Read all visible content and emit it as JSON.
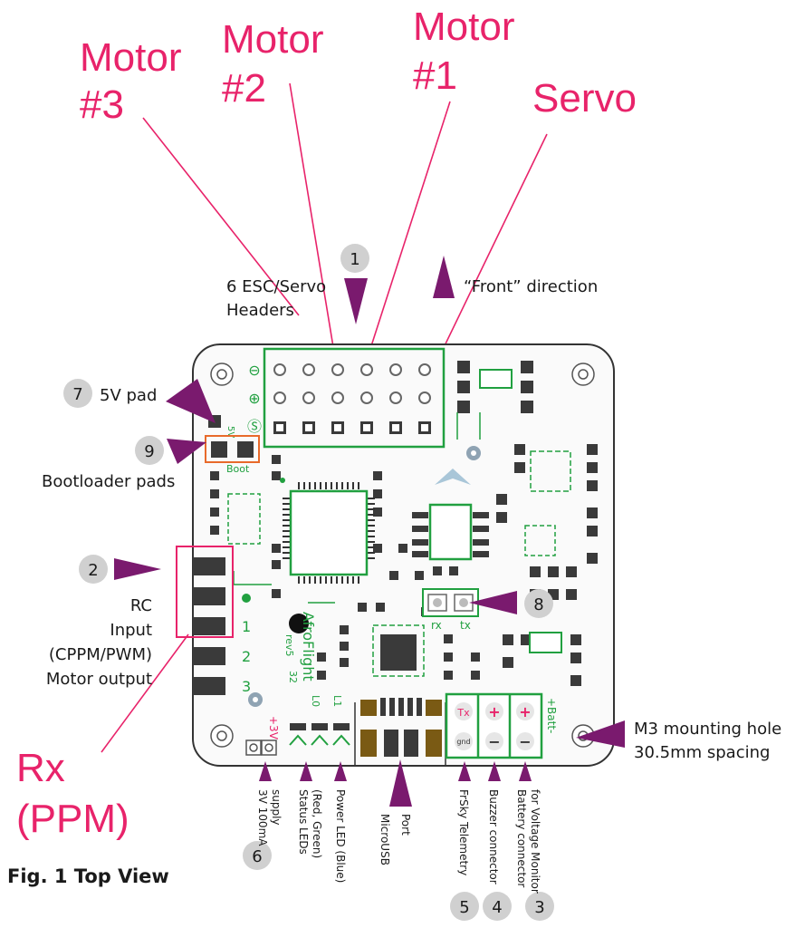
{
  "callouts": {
    "motor3": [
      "Motor",
      "#3"
    ],
    "motor2": [
      "Motor",
      "#2"
    ],
    "motor1": [
      "Motor",
      "#1"
    ],
    "servo": "Servo",
    "rx": [
      "Rx",
      "(PPM)"
    ]
  },
  "labels": {
    "esc_headers": [
      "6 ESC/Servo",
      "Headers"
    ],
    "front_direction": "“Front” direction",
    "pad_5v": "5V pad",
    "bootloader_pads": "Bootloader pads",
    "rc_input": [
      "RC",
      "Input",
      "(CPPM/PWM)",
      "Motor output"
    ],
    "mounting_hole": [
      "M3 mounting hole",
      "30.5mm spacing"
    ]
  },
  "bottom_labels": {
    "supply": [
      "3V 100mA",
      "supply"
    ],
    "status_leds": [
      "Status LEDs",
      "(Red, Green)"
    ],
    "power_led": "Power LED (Blue)",
    "microusb": [
      "MicroUSB",
      "Port"
    ],
    "frsky": "FrSky Telemetry",
    "buzzer": "Buzzer connector",
    "battery": [
      "Battery connector",
      "for Voltage Monitor"
    ]
  },
  "badges": {
    "b1": "1",
    "b2": "2",
    "b3": "3",
    "b4": "4",
    "b5": "5",
    "b6": "6",
    "b7": "7",
    "b8": "8",
    "b9": "9"
  },
  "silkscreen": {
    "minus": "⊖",
    "plus": "⊕",
    "signal": "Ⓢ",
    "v5": "5V",
    "boot": "Boot",
    "rx": "rx",
    "tx": "tx",
    "tx_pad": "Tx",
    "gnd_pad": "gnd",
    "batt": "+Batt-",
    "v3": "+3V",
    "l0": "L0",
    "l1": "L1",
    "brand_num": "32",
    "brand": "AfroFlight",
    "rev": "rev5",
    "pin1": "1",
    "pin2": "2",
    "pin3": "3",
    "plus_sign": "+",
    "minus_sign": "−"
  },
  "caption": "Fig. 1 Top View",
  "colors": {
    "accent_pink": "#e8236a",
    "arrow_purple": "#7a1a6e",
    "pcb_green": "#21a040",
    "badge_gray": "#d0d0d0"
  }
}
